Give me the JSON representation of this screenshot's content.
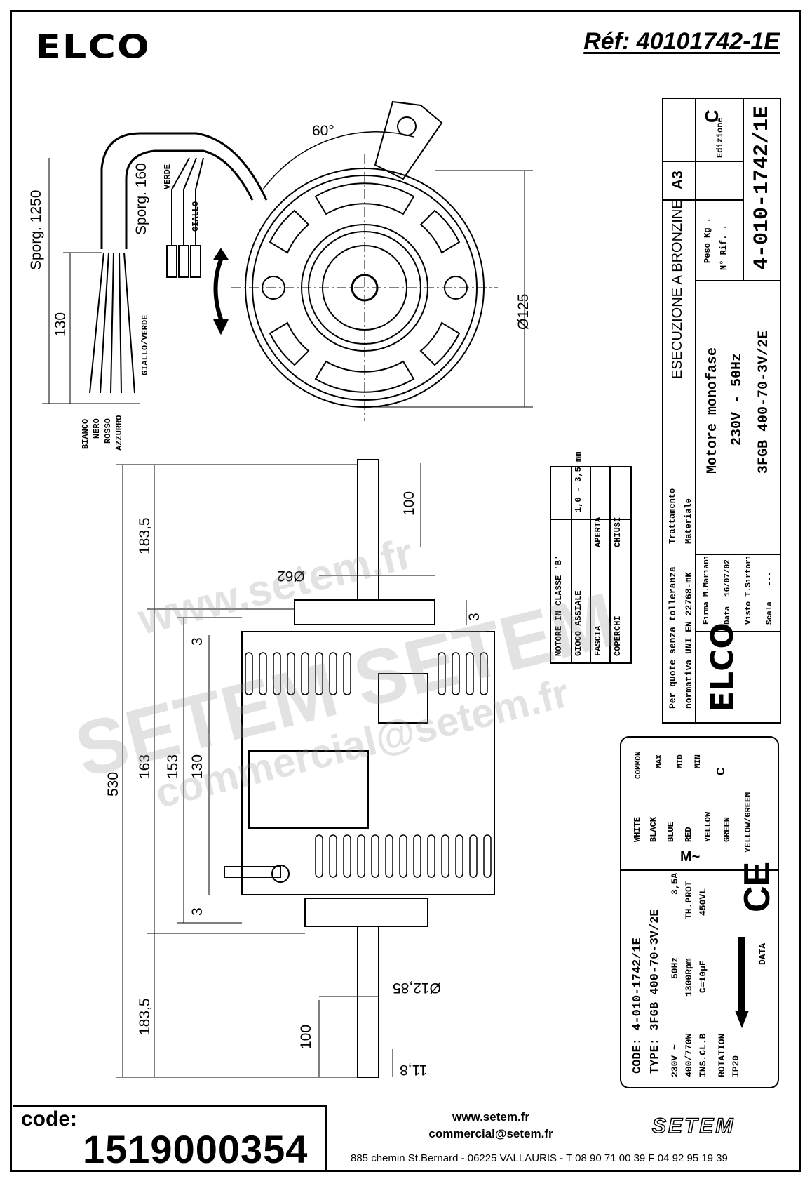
{
  "header": {
    "brand": "ELCO",
    "reference": "Réf: 40101742-1E"
  },
  "title_block": {
    "format": "A3",
    "edition_label": "Edizione",
    "edition": "C",
    "weight_label": "Peso Kg .",
    "ref_label": "N° Rif. .",
    "drawing_number": "4-010-1742/1E",
    "execution": "ESECUZIONE A BRONZINE",
    "motor_type": "Motore monofase",
    "voltage_freq": "230V - 50Hz",
    "model": "3FGB 400-70-3V/2E",
    "treatment_label": "Trattamento",
    "material_label": "Materiale",
    "tolerance_note_1": "Per quote senza tolleranza",
    "tolerance_note_2": "normativa UNI EN 22768-mK",
    "signature_label": "Firma",
    "signature": "M.Mariani",
    "date_label": "Data",
    "date": "16/07/02",
    "checked_label": "Visto",
    "checked": "T.Sirtori",
    "scale_label": "Scala",
    "scale": "---",
    "logo": "ELCO"
  },
  "motor_class_table": {
    "rows": [
      [
        "MOTORE IN CLASSE 'B'",
        ""
      ],
      [
        "GIOCO ASSIALE",
        "1,0 - 3,5 mm"
      ],
      [
        "FASCIA",
        "APERTA"
      ],
      [
        "COPERCHI",
        "CHIUSI"
      ]
    ]
  },
  "front_view": {
    "angle": "60°",
    "diameter": "Ø125",
    "sporg_1250": "Sporg. 1250",
    "sporg_160": "Sporg. 160",
    "dim_130": "130",
    "wires_top": [
      "VERDE",
      "GIALLO"
    ],
    "wires_bottom": [
      "BIANCO",
      "NERO",
      "ROSSO",
      "AZZURRO"
    ],
    "wire_side": "GIALLO/VERDE"
  },
  "side_view": {
    "dim_530": "530",
    "dim_183_top": "183,5",
    "dim_163": "163",
    "dim_153": "153",
    "dim_130": "130",
    "dim_3_a": "3",
    "dim_3_b": "3",
    "dim_3_c": "3",
    "dim_183_bottom": "183,5",
    "dim_100_top": "100",
    "dim_62": "Ø62",
    "dim_1285": "Ø12,85",
    "dim_100_bottom": "100",
    "dim_118": "11,8"
  },
  "wiring": {
    "top_labels": [
      "COMMON",
      "MAX",
      "MID",
      "MIN"
    ],
    "wire_labels": [
      "WHITE",
      "BLACK",
      "BLUE",
      "RED",
      "YELLOW",
      "GREEN",
      "YELLOW/GREEN"
    ],
    "capacitor": "C",
    "motor_symbol": "M~"
  },
  "nameplate": {
    "code": "CODE: 4-010-1742/1E",
    "type": "TYPE: 3FGB 400-70-3V/2E",
    "row1": [
      "230V ~",
      "50Hz",
      "3,5A"
    ],
    "row2": [
      "400/770W",
      "1300Rpm",
      "TH.PROT"
    ],
    "row3": [
      "INS.CL.B",
      "C=10µF",
      "450VL"
    ],
    "rotation": "ROTATION",
    "ip": "IP20",
    "data": "DATA",
    "ce": "CE"
  },
  "footer": {
    "code_label": "code:",
    "code_value": "1519000354",
    "website": "www.setem.fr",
    "email": "commercial@setem.fr",
    "address": "885 chemin St.Bernard  -  06225 VALLAURIS  -  T 08 90 71 00 39  F 04 92 95 19 39",
    "company": "SETEM"
  },
  "watermark": {
    "line1": "www.setem.fr",
    "line2": "SETEM SETEM",
    "line3": "commercial@setem.fr"
  }
}
